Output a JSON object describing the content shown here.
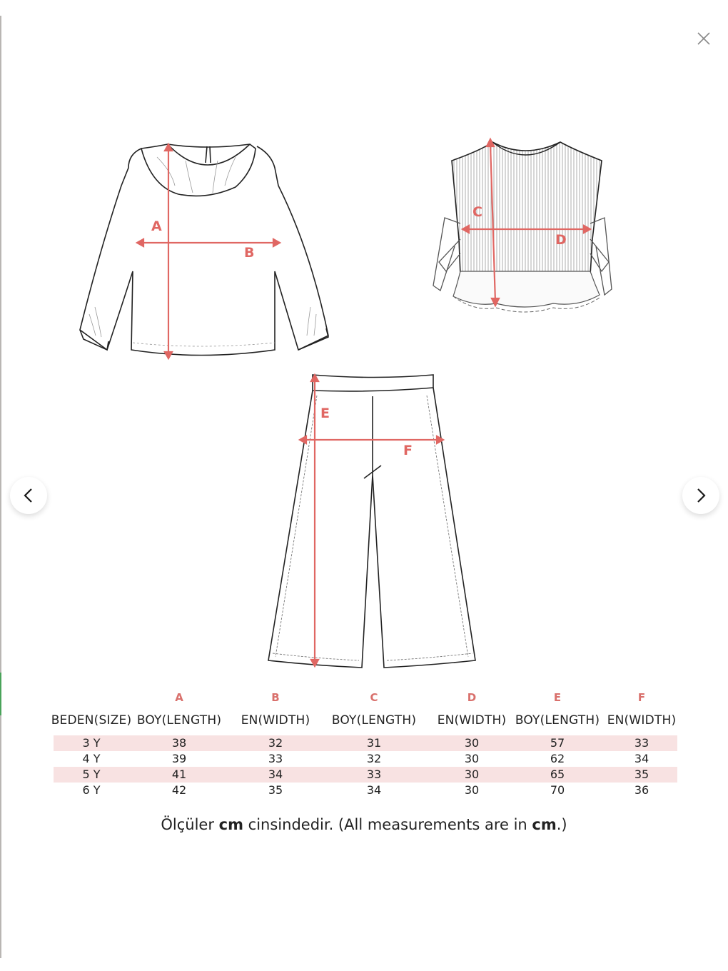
{
  "viewer": {
    "close_icon": "close-icon (×)",
    "prev_icon": "chevron-left-icon",
    "next_icon": "chevron-right-icon"
  },
  "drawings": {
    "blouse": {
      "labels": [
        "A",
        "B"
      ]
    },
    "vest": {
      "labels": [
        "C",
        "D"
      ]
    },
    "trousers": {
      "labels": [
        "E",
        "F"
      ]
    }
  },
  "measure_color": "#e06763",
  "row_shade_color": "#f8e2e2",
  "size_table": {
    "letters": [
      "",
      "A",
      "B",
      "C",
      "D",
      "E",
      "F"
    ],
    "headers": [
      "BEDEN(SIZE)",
      "BOY(LENGTH)",
      "EN(WIDTH)",
      "BOY(LENGTH)",
      "EN(WIDTH)",
      "BOY(LENGTH)",
      "EN(WIDTH)"
    ],
    "rows": [
      [
        "3 Y",
        "38",
        "32",
        "31",
        "30",
        "57",
        "33"
      ],
      [
        "4 Y",
        "39",
        "33",
        "32",
        "30",
        "62",
        "34"
      ],
      [
        "5 Y",
        "41",
        "34",
        "33",
        "30",
        "65",
        "35"
      ],
      [
        "6 Y",
        "42",
        "35",
        "34",
        "30",
        "70",
        "36"
      ]
    ]
  },
  "note": {
    "part1": "Ölçüler ",
    "bold1": "cm",
    "part2": " cinsindedir. (All measurements are in ",
    "bold2": "cm",
    "part3": ".)"
  }
}
